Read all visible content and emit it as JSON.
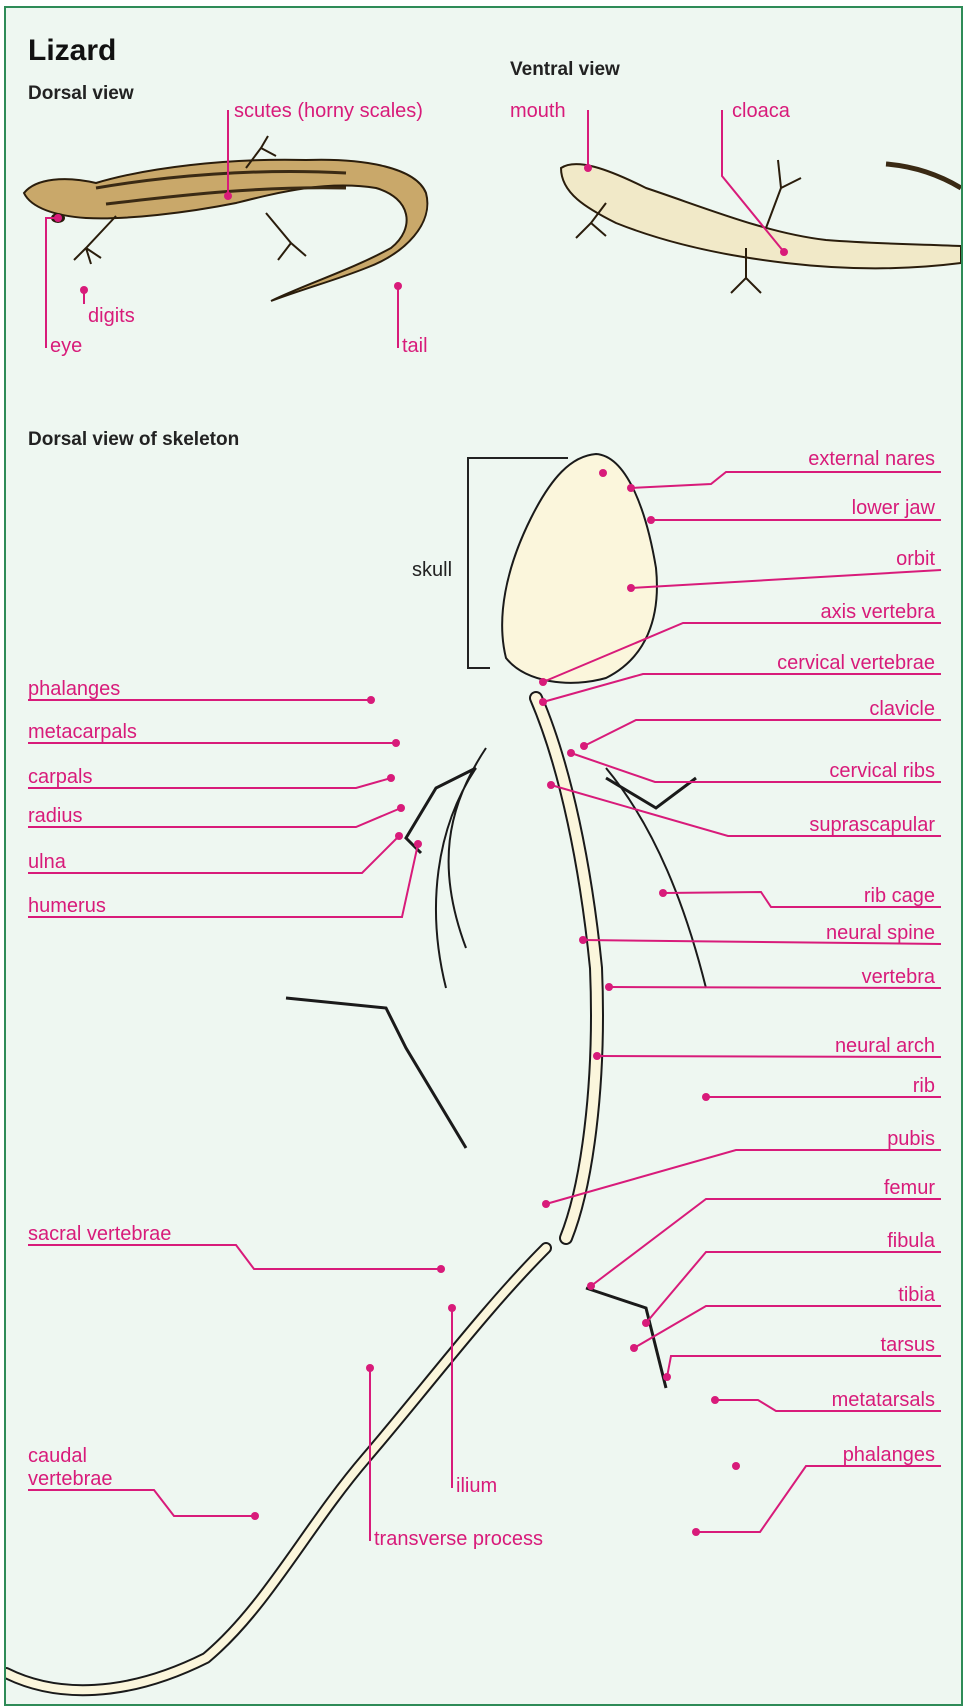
{
  "title": "Lizard",
  "sections": {
    "dorsal": "Dorsal view",
    "ventral": "Ventral view",
    "skeleton": "Dorsal view of skeleton"
  },
  "labels": {
    "scutes": "scutes (horny scales)",
    "digits": "digits",
    "eye": "eye",
    "tail": "tail",
    "mouth": "mouth",
    "cloaca": "cloaca",
    "skull": "skull",
    "external_nares": "external nares",
    "lower_jaw": "lower jaw",
    "orbit": "orbit",
    "axis_vertebra": "axis vertebra",
    "cervical_vertebrae": "cervical vertebrae",
    "clavicle": "clavicle",
    "cervical_ribs": "cervical ribs",
    "suprascapular": "suprascapular",
    "rib_cage": "rib cage",
    "neural_spine": "neural spine",
    "vertebra": "vertebra",
    "neural_arch": "neural arch",
    "rib": "rib",
    "pubis": "pubis",
    "femur": "femur",
    "fibula": "fibula",
    "tibia": "tibia",
    "tarsus": "tarsus",
    "metatarsals": "metatarsals",
    "phalanges_hind": "phalanges",
    "phalanges_fore": "phalanges",
    "metacarpals": "metacarpals",
    "carpals": "carpals",
    "radius": "radius",
    "ulna": "ulna",
    "humerus": "humerus",
    "sacral_vertebrae": "sacral vertebrae",
    "caudal_vertebrae_1": "caudal",
    "caudal_vertebrae_2": "vertebrae",
    "ilium": "ilium",
    "transverse_process": "transverse process"
  },
  "colors": {
    "background": "#eef7f1",
    "border": "#2e8b57",
    "label": "#d81b7a",
    "bone": "#fbf6dc",
    "skin": "#c9a86a",
    "skin_dark": "#3a2a14"
  }
}
